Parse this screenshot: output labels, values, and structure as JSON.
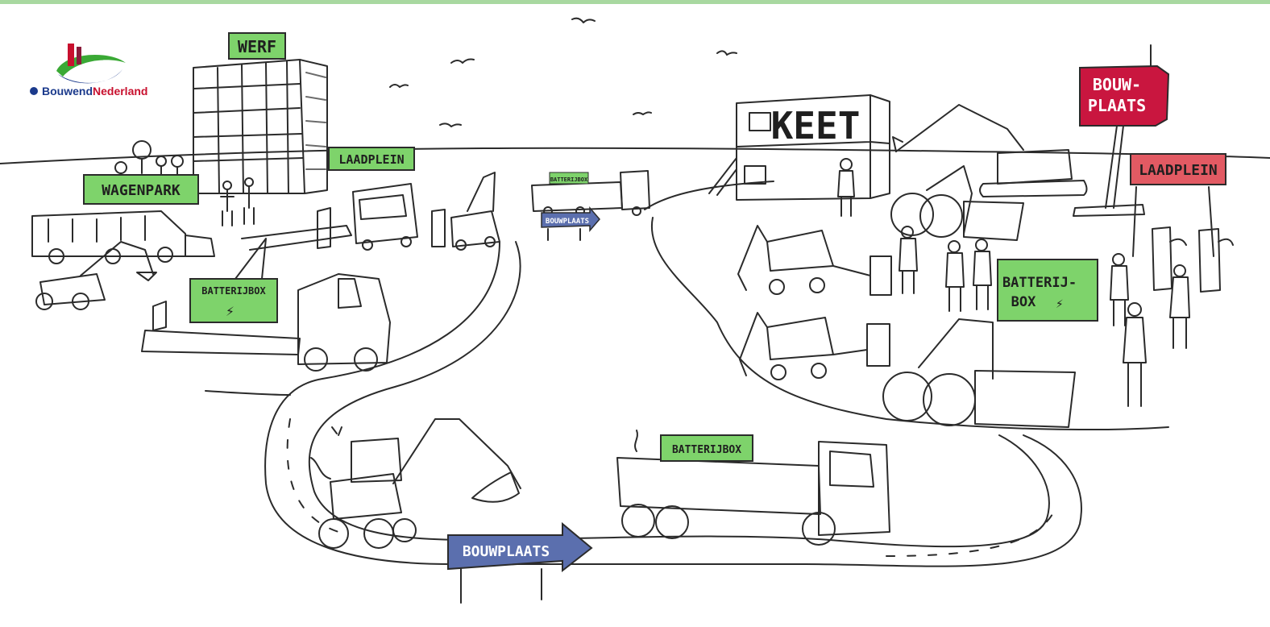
{
  "brand": {
    "name_part1": "Bouwend",
    "name_part2": "Nederland",
    "color_dark": "#1b3a8c",
    "color_red": "#c8102e",
    "color_green": "#3aa935"
  },
  "colors": {
    "top_bar": "#a8d8a0",
    "sign_green": "#7ed36b",
    "sign_red": "#c9163f",
    "sign_pink": "#e25a63",
    "sign_blue": "#5b6fae",
    "ink": "#2b2b2b"
  },
  "signs": {
    "werf": "WERF",
    "wagenpark": "WAGENPARK",
    "laadplein_left": "LAADPLEIN",
    "keet": "KEET",
    "bouwplaats_top_line1": "BOUW-",
    "bouwplaats_top_line2": "PLAATS",
    "laadplein_right": "LAADPLEIN",
    "batterij_box_left": "BATTERIJBOX",
    "batterij_box_right_line1": "BATTERIJ-",
    "batterij_box_right_line2": "BOX",
    "batterij_box_truck_small": "BATTERIJBOX",
    "batterij_box_truck_large": "BATTERIJBOX",
    "bouwplaats_small_arrow": "BOUWPLAATS",
    "bouwplaats_big_arrow": "BOUWPLAATS"
  }
}
